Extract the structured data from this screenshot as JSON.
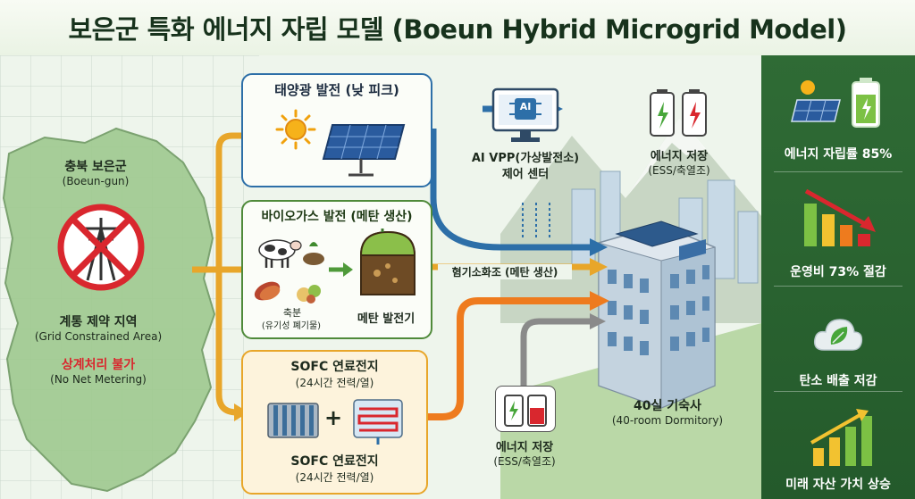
{
  "title": "보은군 특화 에너지 자립 모델 (Boeun Hybrid Microgrid Model)",
  "region": {
    "name": "충북 보은군",
    "name_en": "(Boeun-gun)",
    "constraint": "계통 제약 지역",
    "constraint_en": "(Grid Constrained Area)",
    "no_net": "상계처리 불가",
    "no_net_en": "(No Net Metering)"
  },
  "solar": {
    "title": "태양광 발전 (낮 피크)"
  },
  "biogas": {
    "title": "바이오가스 발전 (메탄 생산)",
    "manure": "축분",
    "waste": "(유기성 폐기물)",
    "generator": "메탄 발전기"
  },
  "digestion": "혐기소화조 (메탄 생산)",
  "sofc": {
    "title": "SOFC 연료전지",
    "subtitle": "(24시간 전력/열)",
    "plus": "+",
    "bottom_title": "SOFC 연료전지",
    "bottom_subtitle": "(24시간 전력/열)"
  },
  "vpp": {
    "line1": "AI VPP(가상발전소)",
    "line2": "제어 센터",
    "chip": "AI"
  },
  "storage_top": {
    "line1": "에너지 저장",
    "line2": "(ESS/축열조)"
  },
  "storage_bottom": {
    "line1": "에너지 저장",
    "line2": "(ESS/축열조)"
  },
  "dormitory": {
    "name": "40실 기숙사",
    "name_en": "(40-room Dormitory)"
  },
  "sidebar": {
    "items": [
      {
        "label": "에너지 자립률 85%",
        "icon": "solar-battery-icon"
      },
      {
        "label": "운영비 73% 절감",
        "icon": "cost-down-chart-icon"
      },
      {
        "label": "탄소 배출 저감",
        "icon": "leaf-cloud-icon"
      },
      {
        "label": "미래 자산 가치 상승",
        "icon": "growth-chart-icon"
      }
    ]
  },
  "colors": {
    "solar_line": "#2d6fa8",
    "bio_line": "#e8a62a",
    "sofc_line": "#ee7b1e",
    "storage_line": "#8a8a8a",
    "sidebar": "#2b6331",
    "red": "#d9272e"
  }
}
